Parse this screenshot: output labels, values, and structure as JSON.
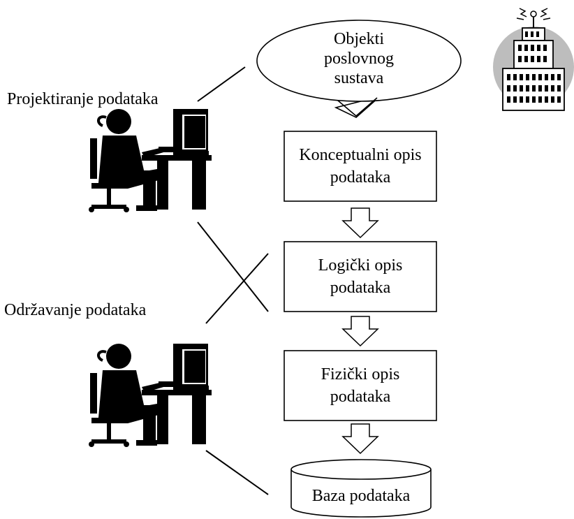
{
  "actors": {
    "design_label": "Projektiranje podataka",
    "maintenance_label": "Održavanje podataka"
  },
  "flow": {
    "source_callout": [
      "Objekti",
      "poslovnog",
      "sustava"
    ],
    "conceptual": [
      "Konceptualni opis",
      "podataka"
    ],
    "logical": [
      "Logički opis",
      "podataka"
    ],
    "physical": [
      "Fizički opis",
      "podataka"
    ],
    "database": "Baza podataka"
  }
}
